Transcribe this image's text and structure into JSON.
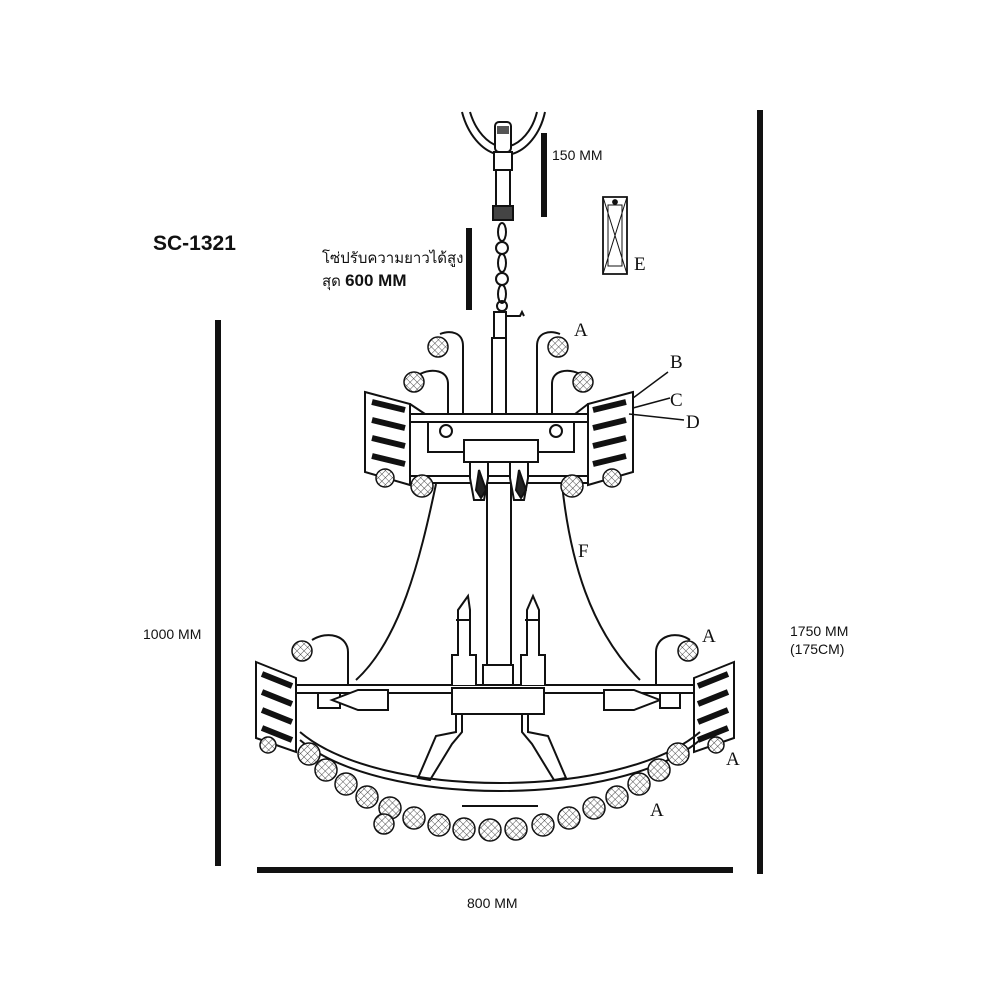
{
  "model_code": "SC-1321",
  "chain_note": {
    "line1": "โซ่ปรับความยาวได้สูง",
    "line2_prefix": "สุด ",
    "line2_value": "600 MM"
  },
  "dimensions": {
    "canopy": "150 MM",
    "body_height": "1000 MM",
    "total_height_line1": "1750 MM",
    "total_height_line2": "(175CM)",
    "width": "800 MM"
  },
  "part_labels": {
    "a": "A",
    "b": "B",
    "c": "C",
    "d": "D",
    "e": "E",
    "f": "F"
  }
}
